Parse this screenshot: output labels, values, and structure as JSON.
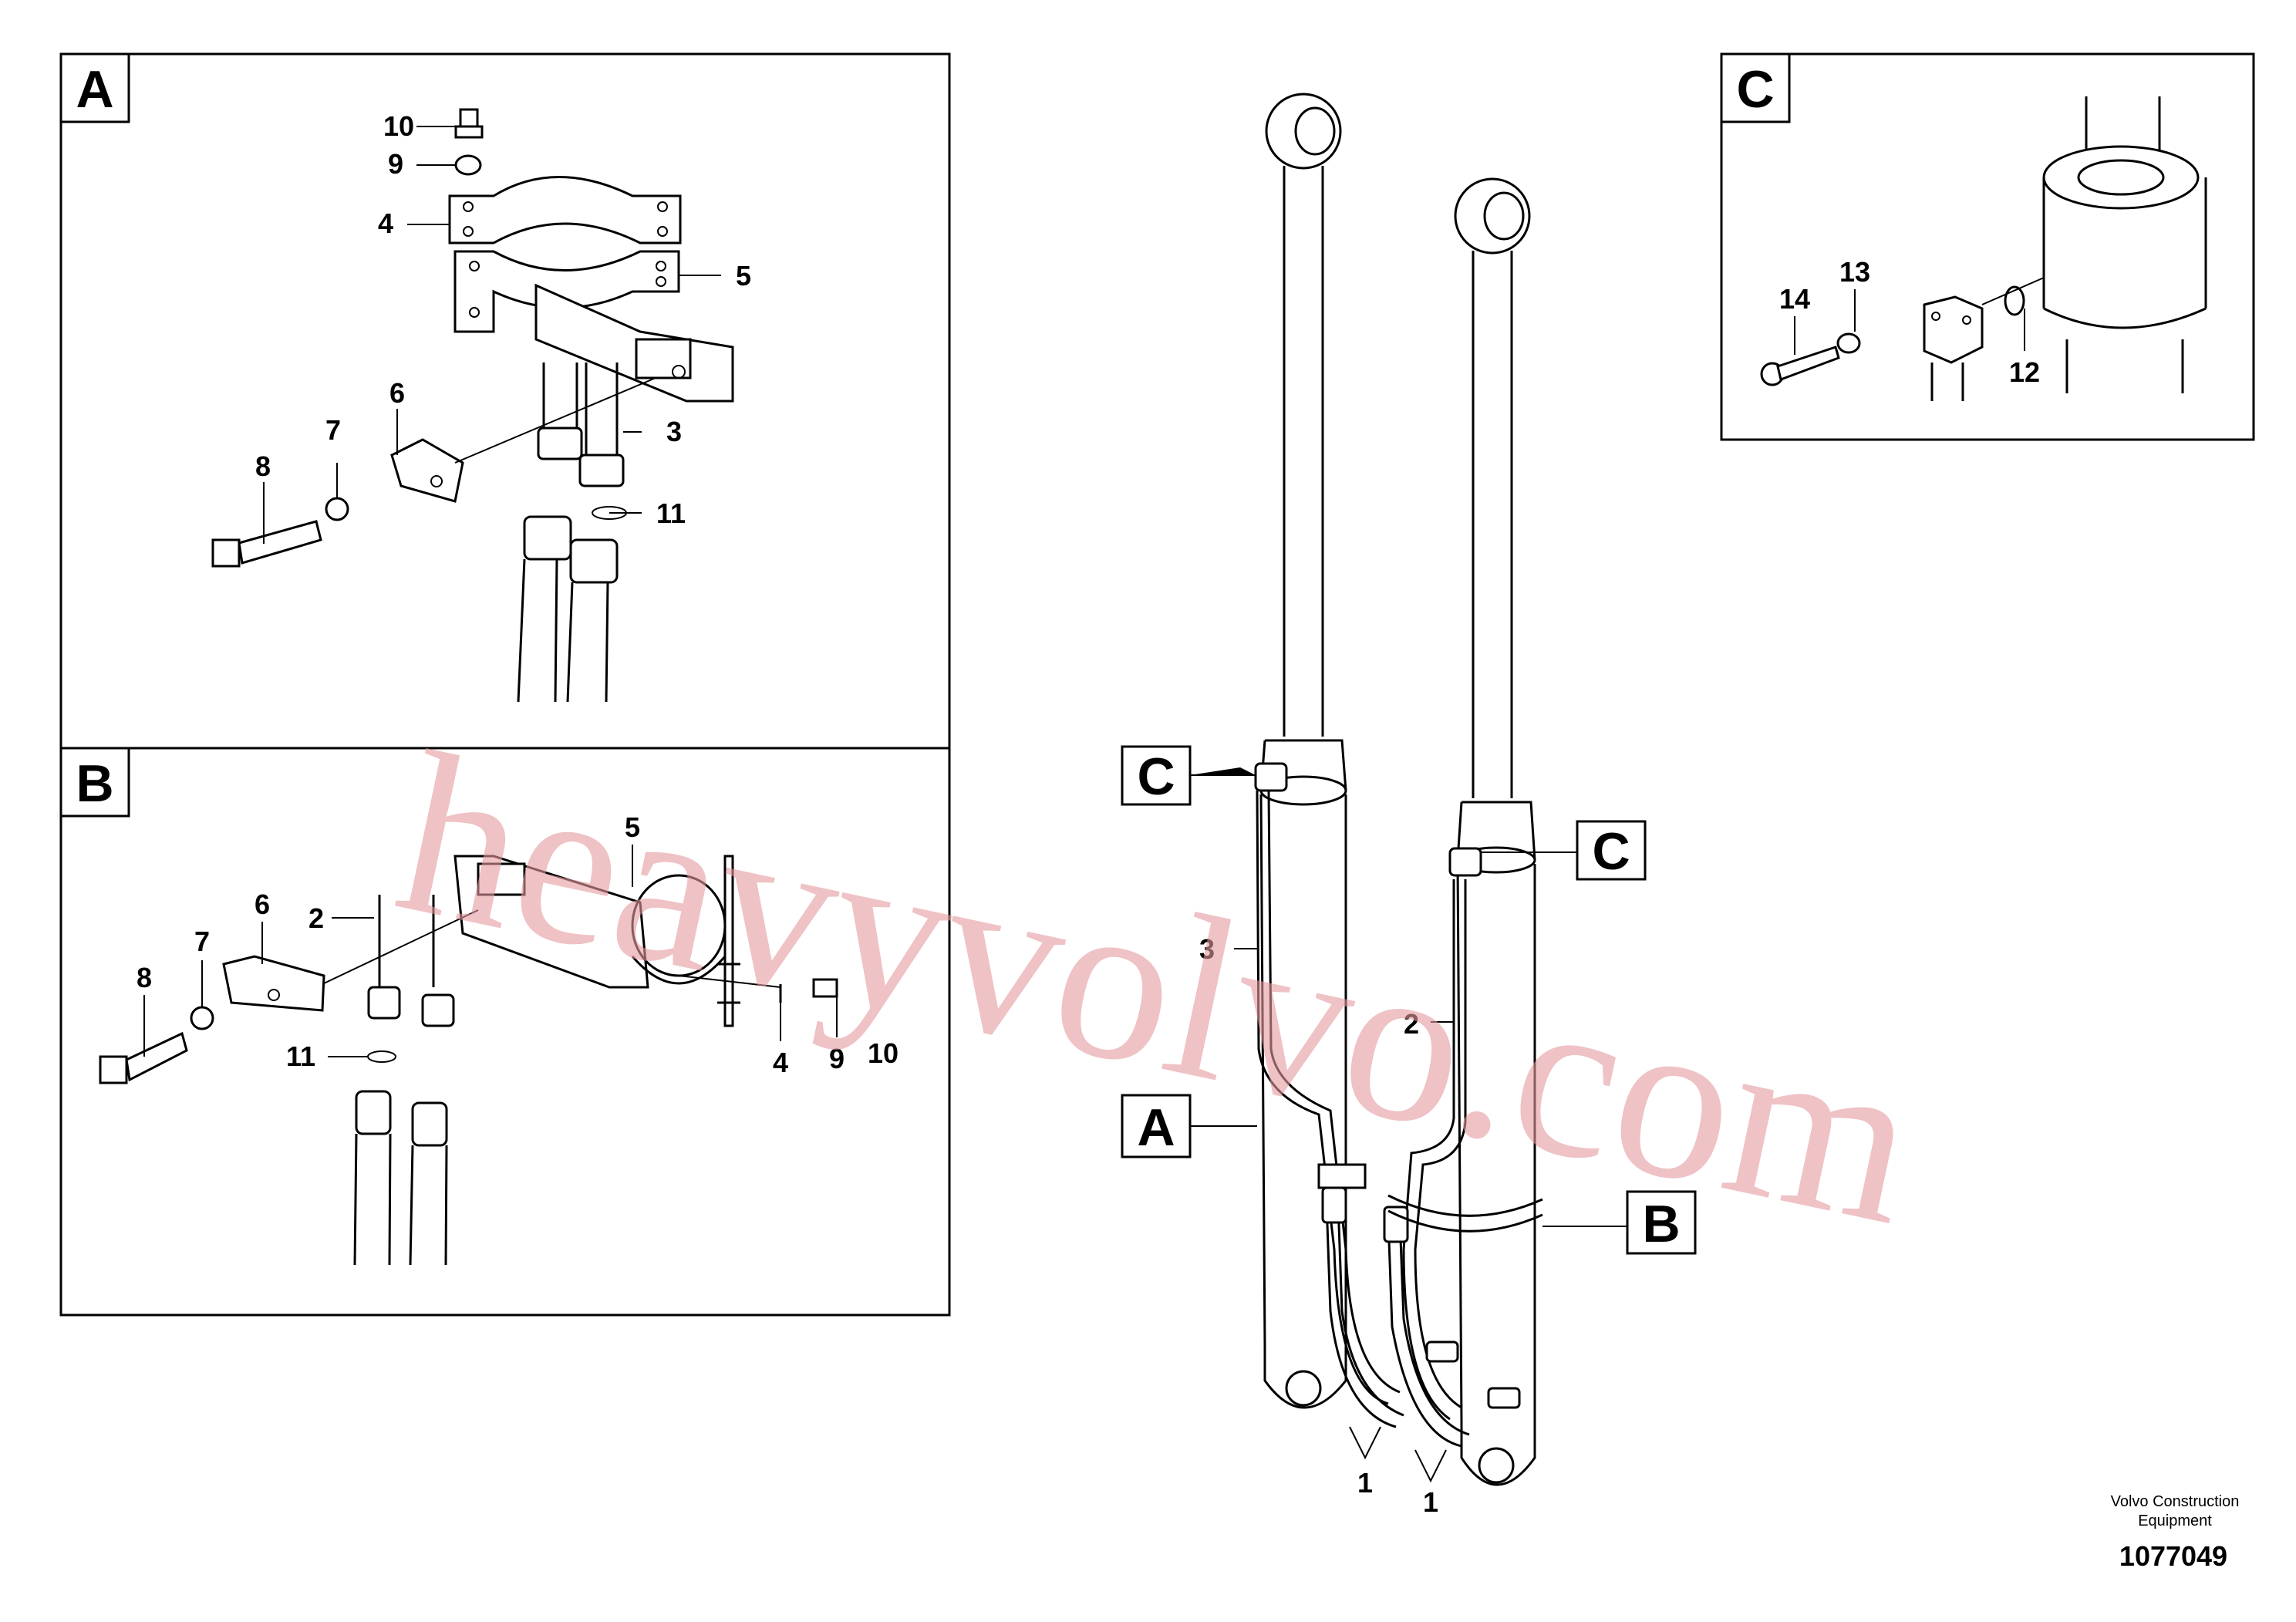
{
  "panels": {
    "A": {
      "tag": "A"
    },
    "B": {
      "tag": "B"
    },
    "C": {
      "tag": "C"
    }
  },
  "references": {
    "c_upper": "C",
    "c_right": "C",
    "a_ref": "A",
    "b_ref": "B"
  },
  "panel_a_callouts": {
    "n10": "10",
    "n9": "9",
    "n4": "4",
    "n5": "5",
    "n6": "6",
    "n3": "3",
    "n7": "7",
    "n8": "8",
    "n11": "11"
  },
  "panel_b_callouts": {
    "n5": "5",
    "n6": "6",
    "n2": "2",
    "n7": "7",
    "n8": "8",
    "n11": "11",
    "n4": "4",
    "n9": "9",
    "n10": "10"
  },
  "panel_c_callouts": {
    "n13": "13",
    "n14": "14",
    "n12": "12"
  },
  "main_callouts": {
    "n3": "3",
    "n2": "2",
    "n1a": "1",
    "n1b": "1"
  },
  "footer": {
    "company_line1": "Volvo Construction",
    "company_line2": "Equipment",
    "drawing_number": "1077049"
  },
  "watermark": "heavyvolvo.com",
  "colors": {
    "line": "#000000",
    "watermark": "#e59aa0",
    "background": "#ffffff"
  }
}
